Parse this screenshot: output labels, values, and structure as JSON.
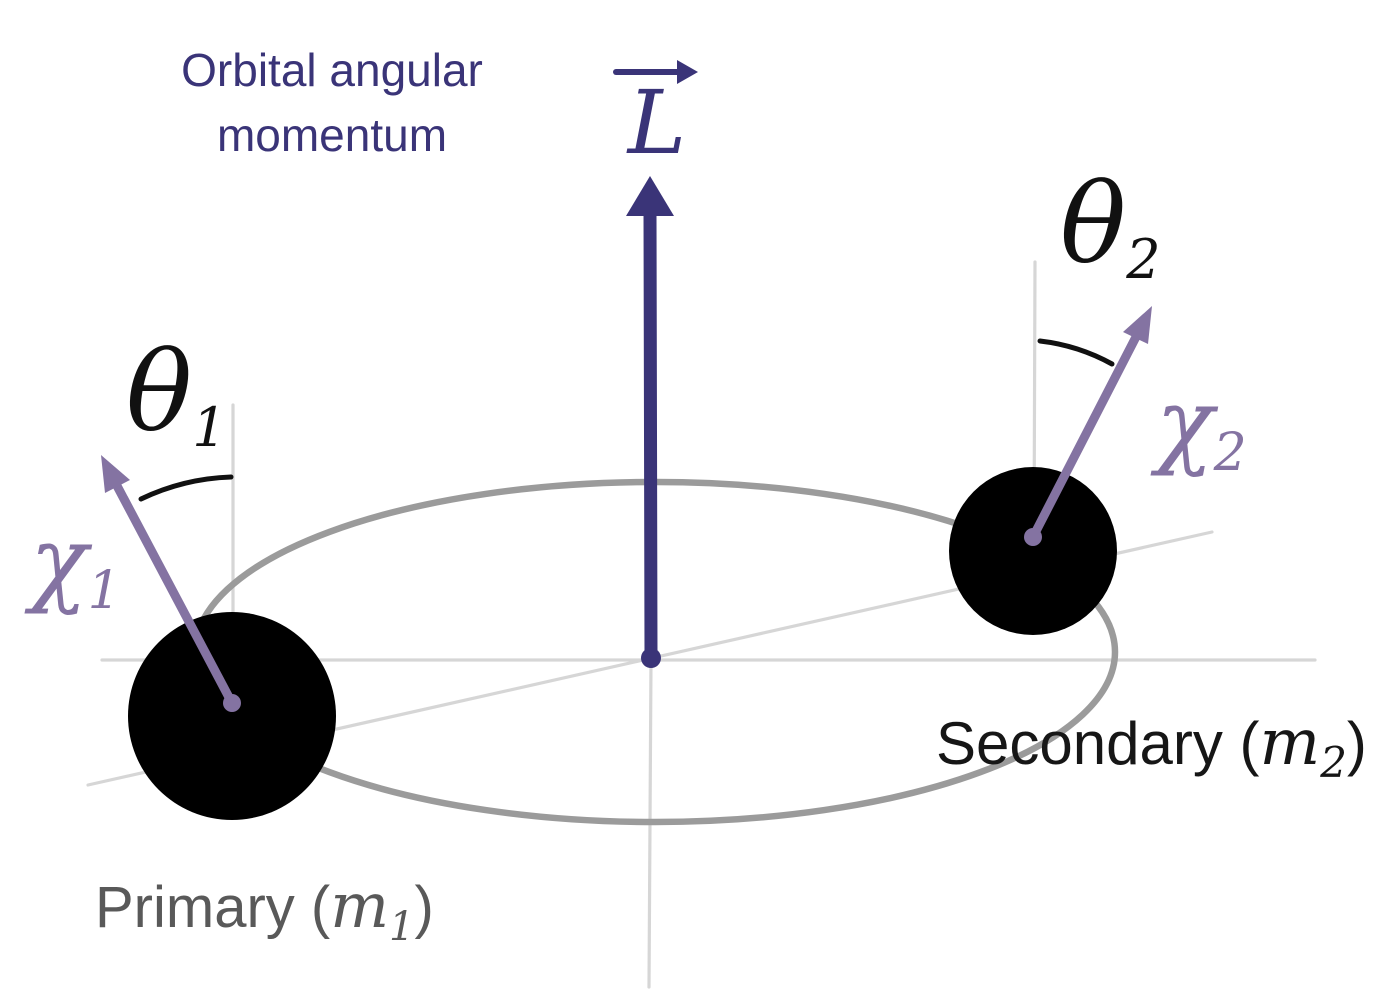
{
  "title": {
    "line1": "Orbital angular",
    "line2": "momentum"
  },
  "vectors": {
    "orbital_angular_momentum": {
      "symbol": "L"
    },
    "primary_spin": {
      "symbol": "χ",
      "subscript": "1"
    },
    "secondary_spin": {
      "symbol": "χ",
      "subscript": "2"
    }
  },
  "angles": {
    "primary_tilt": {
      "symbol": "θ",
      "subscript": "1"
    },
    "secondary_tilt": {
      "symbol": "θ",
      "subscript": "2"
    }
  },
  "bodies": {
    "primary": {
      "label_prefix": "Primary (",
      "mass_symbol": "m",
      "mass_subscript": "1",
      "label_suffix": ")"
    },
    "secondary": {
      "label_prefix": "Secondary (",
      "mass_symbol": "m",
      "mass_subscript": "2",
      "label_suffix": ")"
    }
  },
  "colors": {
    "momentum": "#3a3478",
    "spin": "#8473a2",
    "orbit": "#9b9b9b",
    "axis": "#d6d6d6",
    "black_hole": "#000000",
    "tilt_angle": "#111111",
    "primary_label": "#595959",
    "secondary_label": "#161616"
  }
}
